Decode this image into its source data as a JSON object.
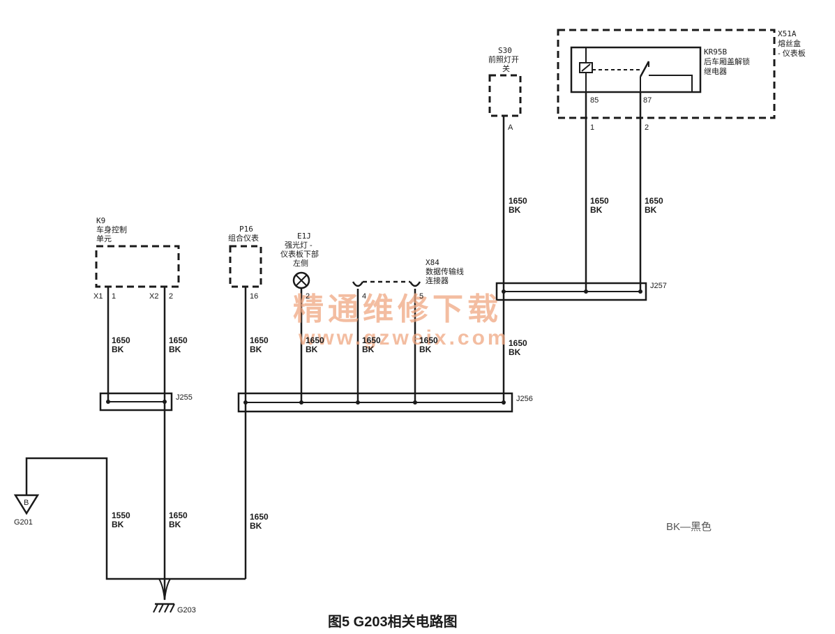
{
  "components": {
    "x51a": {
      "id": "X51A",
      "desc1": "熔丝盒",
      "desc2": "- 仪表板"
    },
    "kr95b": {
      "id": "KR95B",
      "desc1": "后车厢盖解锁",
      "desc2": "继电器",
      "pin85": "85",
      "pin87": "87"
    },
    "x51a_pins": {
      "p1": "1",
      "p2": "2"
    },
    "s30": {
      "id": "S30",
      "desc1": "前照灯开",
      "desc2": "关",
      "pin": "A"
    },
    "k9": {
      "id": "K9",
      "desc1": "车身控制",
      "desc2": "单元",
      "pin_x1": "X1",
      "pin1": "1",
      "pin_x2": "X2",
      "pin2": "2"
    },
    "p16": {
      "id": "P16",
      "desc1": "组合仪表",
      "pin": "16"
    },
    "e1j": {
      "id": "E1J",
      "desc1": "强光灯 -",
      "desc2": "仪表板下部",
      "desc3": "左侧",
      "pin": "2"
    },
    "x84": {
      "id": "X84",
      "desc1": "数据传输线",
      "desc2": "连接器",
      "pin4": "4",
      "pin5": "5"
    }
  },
  "splices": {
    "j255": "J255",
    "j256": "J256",
    "j257": "J257"
  },
  "grounds": {
    "g201": "G201",
    "g201_tag": "B",
    "g203": "G203"
  },
  "wires": {
    "size_1650": "1650",
    "size_1550": "1550",
    "color": "BK"
  },
  "legend": "BK—黑色",
  "caption": "图5  G203相关电路图",
  "watermark": {
    "line1": "精通维修下载",
    "line2": "www.gzweix.com"
  }
}
